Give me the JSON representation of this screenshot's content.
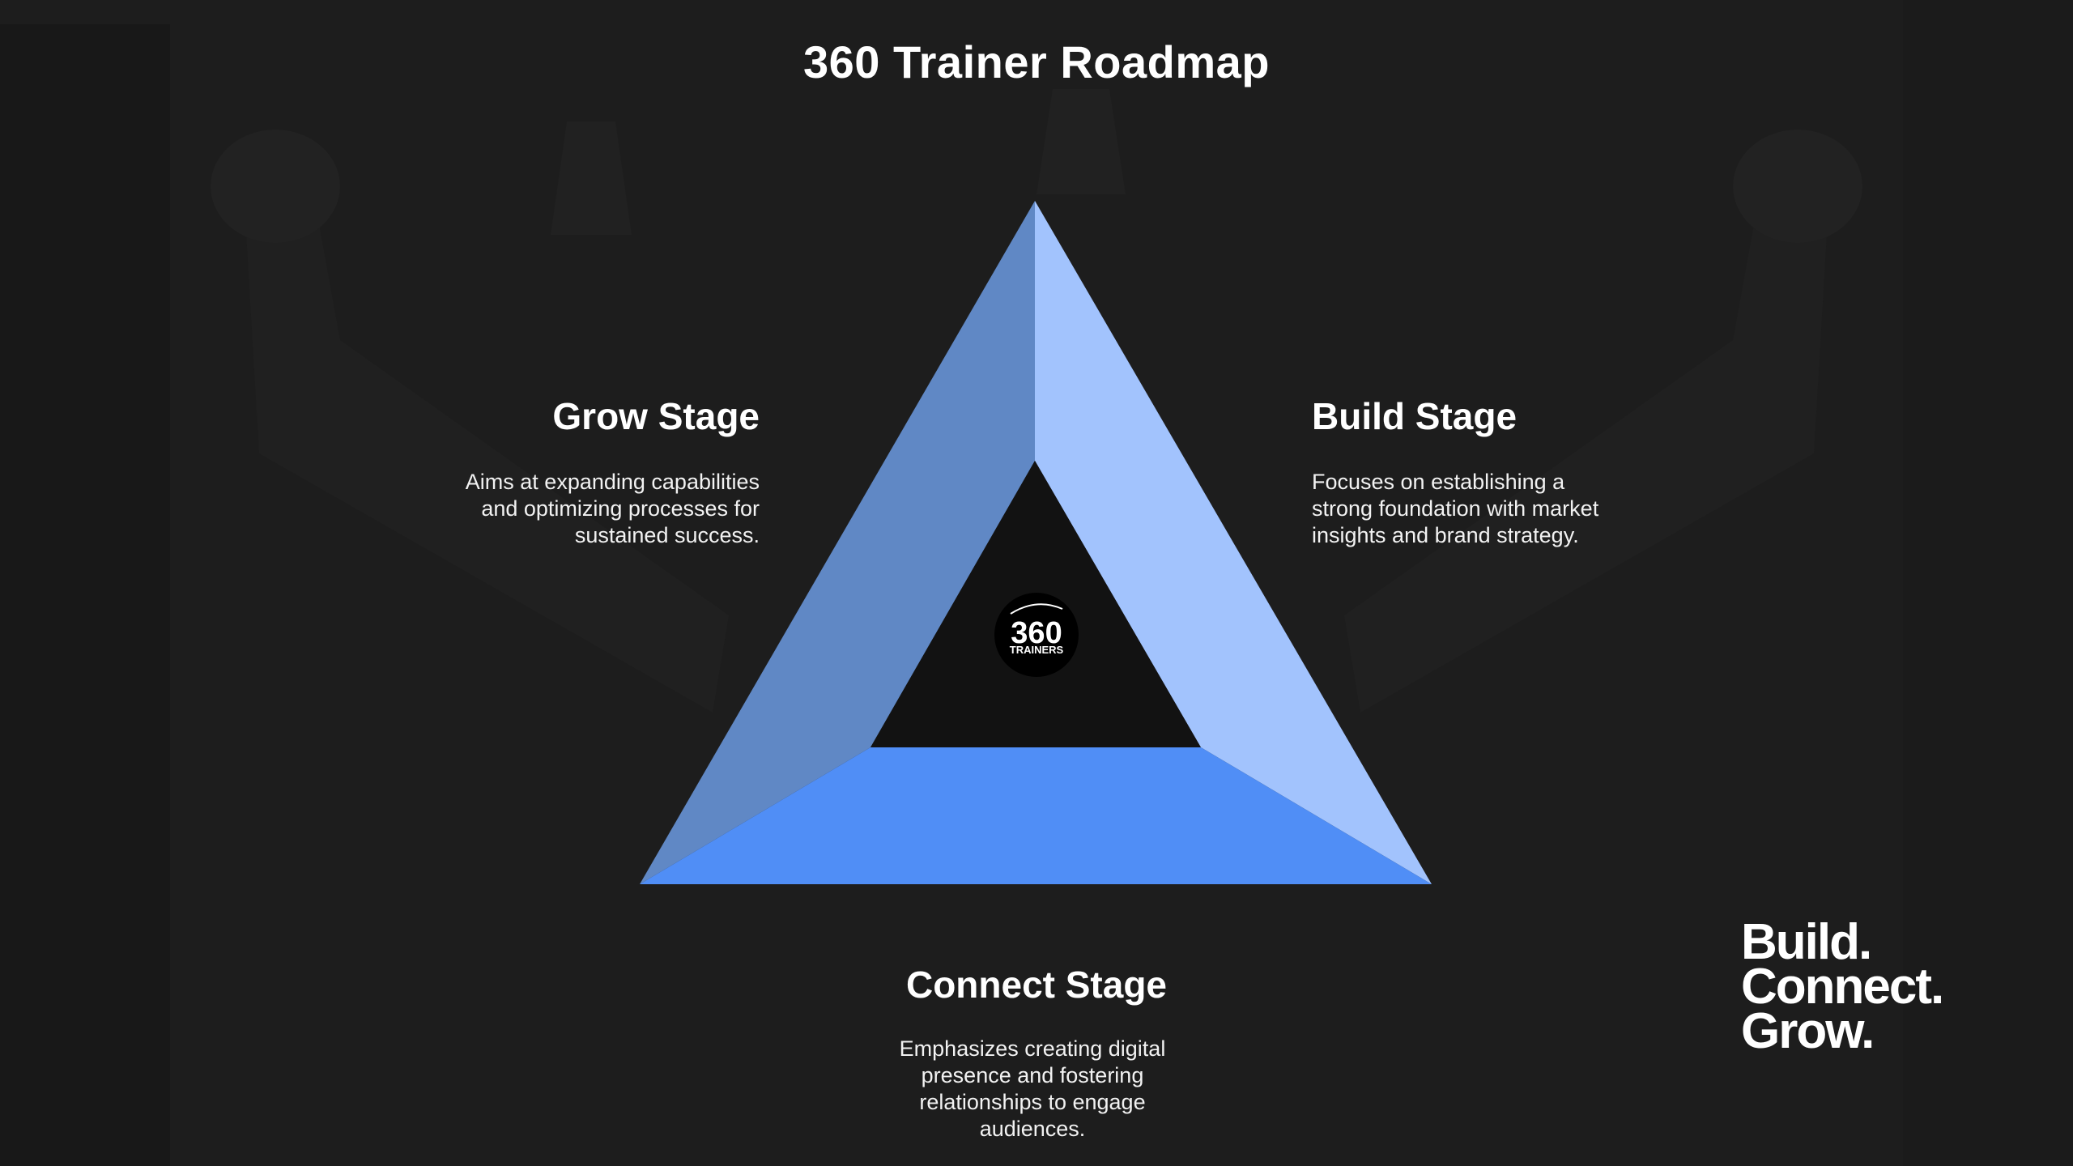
{
  "title": "360 Trainer Roadmap",
  "stages": {
    "grow": {
      "heading": "Grow Stage",
      "description": "Aims at expanding capabilities and optimizing processes for sustained success."
    },
    "build": {
      "heading": "Build Stage",
      "description": "Focuses on establishing a strong foundation with market insights and brand strategy."
    },
    "connect": {
      "heading": "Connect Stage",
      "description": "Emphasizes creating digital presence and fostering relationships to engage audiences."
    }
  },
  "logo": {
    "number": "360",
    "word": "TRAINERS"
  },
  "slogan": {
    "line1": "Build.",
    "line2": "Connect.",
    "line3": "Grow."
  },
  "colors": {
    "background": "#1d1d1d",
    "grow_face": "#6088c5",
    "build_face": "#a2c3fd",
    "connect_face": "#508ef6",
    "inner": "#121212"
  }
}
